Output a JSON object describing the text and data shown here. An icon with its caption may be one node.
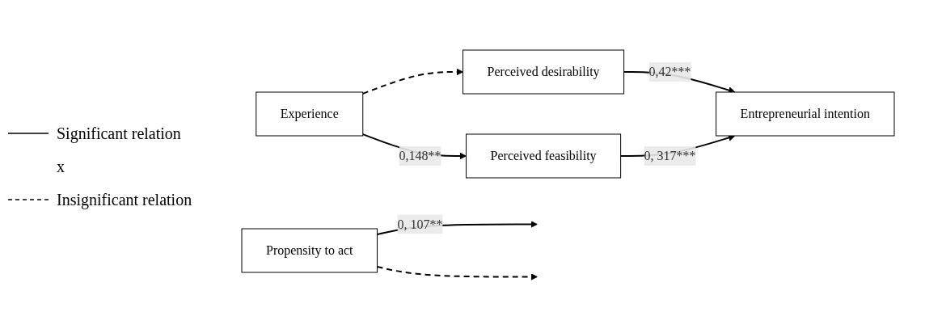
{
  "diagram": {
    "nodes": [
      {
        "text": [
          "Perceived desirability"
        ]
      },
      {
        "text": [
          "Experience"
        ]
      },
      {
        "text": [
          "Propensity to act"
        ]
      },
      {
        "text": [
          "Entrepreneurial intention"
        ]
      },
      {
        "text": [
          "Perceived feasibility"
        ]
      }
    ],
    "edges": [
      {
        "from": 1,
        "to": 0,
        "arrow": "to",
        "style": "dashed"
      },
      {
        "from": 0,
        "to": 3,
        "arrow": "to",
        "label": "0,42***"
      },
      {
        "from": 2,
        "to": null,
        "arrow": "to",
        "label": "0, 107**"
      },
      {
        "from": 1,
        "to": 4,
        "arrow": "to",
        "label": "0,148**"
      },
      {
        "from": 4,
        "to": 3,
        "arrow": "to",
        "label": "0, 317***"
      },
      {
        "from": 2,
        "to": null,
        "arrow": "to",
        "style": "dashed"
      }
    ],
    "labels": [
      "x"
    ],
    "legend": [
      {
        "text": "Significant relation"
      },
      {
        "text": "Insignificant relation"
      }
    ]
  }
}
